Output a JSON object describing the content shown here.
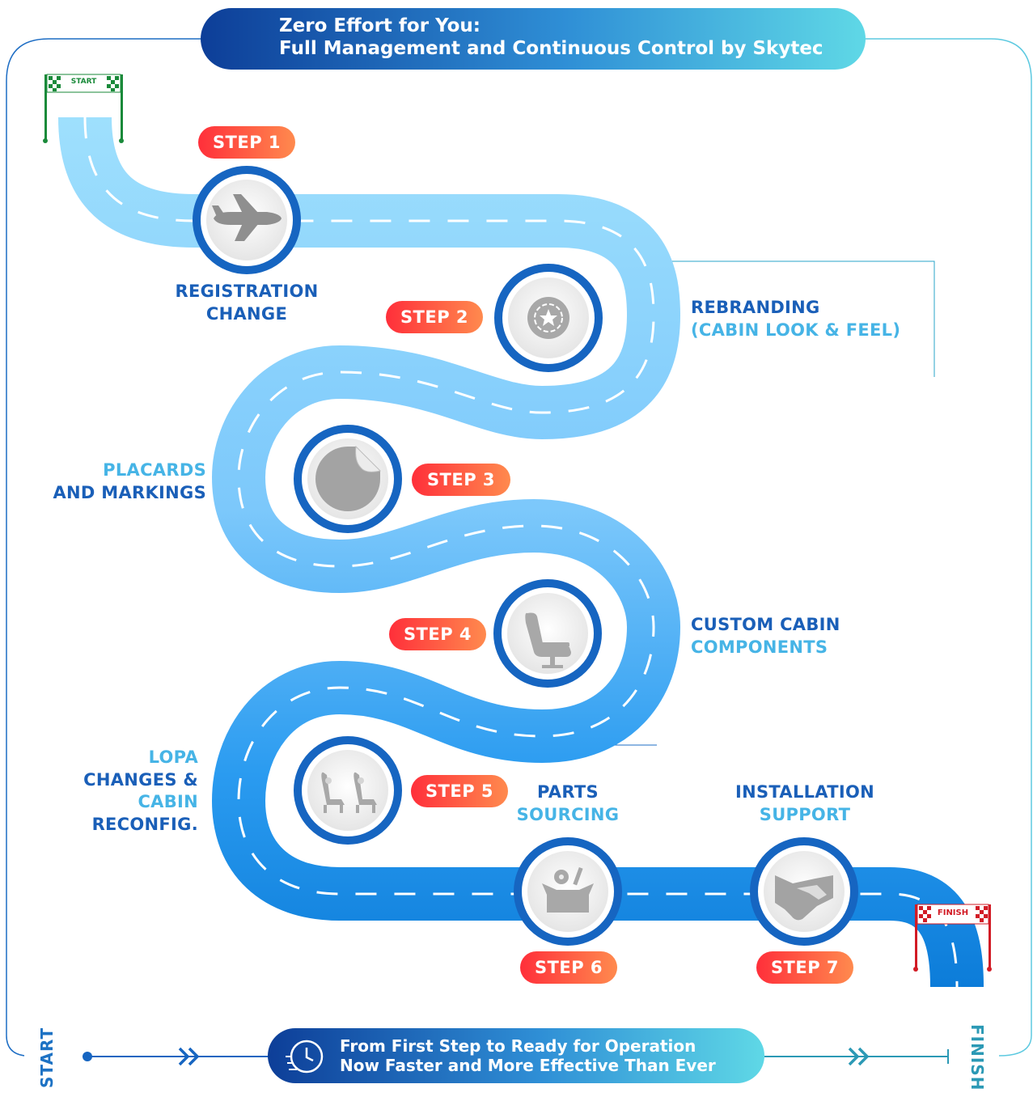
{
  "header": {
    "line1": "Zero Effort for You:",
    "line2": "Full Management and Continuous Control by Skytec",
    "icon": "search-check-icon"
  },
  "flags": {
    "start": "START",
    "finish": "FINISH"
  },
  "steps": [
    {
      "pill": "STEP 1",
      "icon": "airplane-icon",
      "label": [
        "REGISTRATION",
        "CHANGE"
      ]
    },
    {
      "pill": "STEP 2",
      "icon": "rebrand-gear-star-icon",
      "label": [
        "REBRANDING",
        "(CABIN LOOK & FEEL)"
      ]
    },
    {
      "pill": "STEP 3",
      "icon": "sticker-icon",
      "label": [
        "PLACARDS",
        "AND MARKINGS"
      ]
    },
    {
      "pill": "STEP 4",
      "icon": "seat-icon",
      "label": [
        "CUSTOM CABIN",
        "COMPONENTS"
      ]
    },
    {
      "pill": "STEP 5",
      "icon": "double-seat-icon",
      "label": [
        "LOPA",
        "CHANGES &",
        "CABIN",
        "RECONFIG."
      ]
    },
    {
      "pill": "STEP 6",
      "icon": "parts-box-icon",
      "label": [
        "PARTS",
        "SOURCING"
      ]
    },
    {
      "pill": "STEP 7",
      "icon": "handshake-icon",
      "label": [
        "INSTALLATION",
        "SUPPORT"
      ]
    }
  ],
  "footer": {
    "start_label": "START",
    "finish_label": "FINISH",
    "line1": "From First Step to Ready for Operation",
    "line2": "Now Faster and More Effective Than Ever",
    "icon": "clock-icon"
  },
  "colors": {
    "road_light": "#96dcfb",
    "road_dark": "#0f84e0",
    "ring": "#1665c1",
    "pill_start": "#ff2f3a",
    "pill_end": "#ff8a4e"
  }
}
